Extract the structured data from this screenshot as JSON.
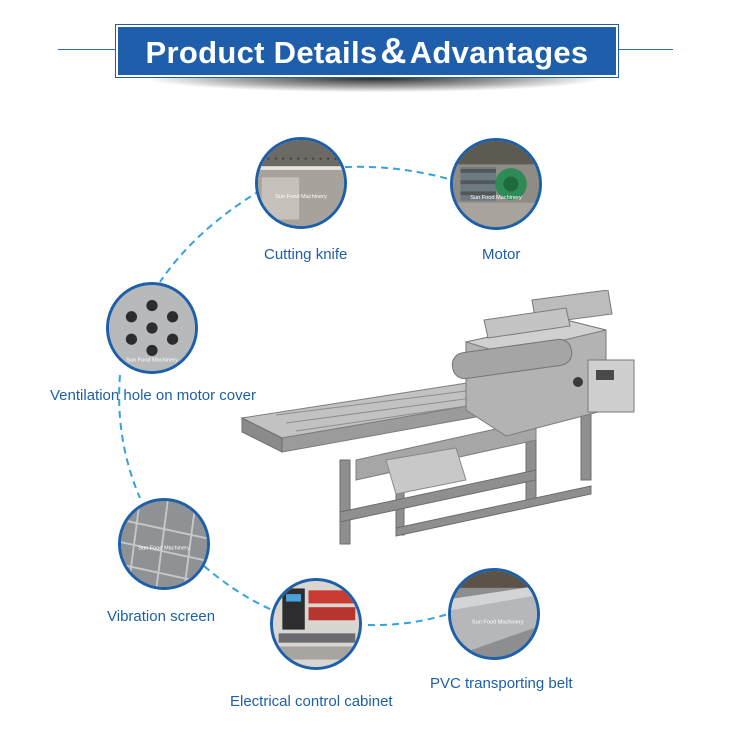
{
  "header": {
    "title_part1": "Product Details",
    "title_amp": "&",
    "title_part2": "Advantages"
  },
  "colors": {
    "banner": "#1f5eaa",
    "label": "#1d5fa8",
    "dashed_arc": "#35a2dc"
  },
  "features": [
    {
      "label": "Cutting knife",
      "icon": "cutting-knife-photo"
    },
    {
      "label": "Motor",
      "icon": "motor-photo"
    },
    {
      "label": "Ventilation hole on motor cover",
      "icon": "ventilation-hole-photo"
    },
    {
      "label": "Vibration screen",
      "icon": "vibration-screen-photo"
    },
    {
      "label": "Electrical control cabinet",
      "icon": "control-cabinet-photo"
    },
    {
      "label": "PVC transporting belt",
      "icon": "pvc-belt-photo"
    }
  ],
  "watermark": "Sun Food Machinery"
}
